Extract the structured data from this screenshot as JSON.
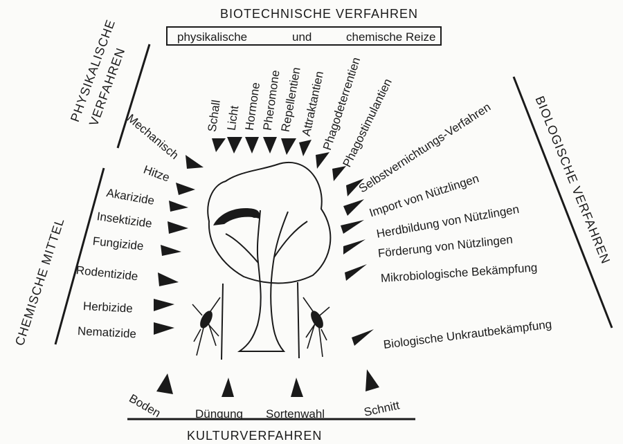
{
  "headers": {
    "top": "BIOTECHNISCHE VERFAHREN",
    "physical_line1": "PHYSIKALISCHE",
    "physical_line2": "VERFAHREN",
    "chemical": "CHEMISCHE MITTEL",
    "biological": "BIOLOGISCHE VERFAHREN",
    "bottom": "KULTURVERFAHREN"
  },
  "box": {
    "left": "physikalische",
    "mid": "und",
    "right": "chemische Reize"
  },
  "biotechnical": [
    "Schall",
    "Licht",
    "Hormone",
    "Pheromone",
    "Repellentien",
    "Attraktantien",
    "Phagodeterrentien",
    "Phagostimulantien"
  ],
  "physical": [
    "Mechanisch",
    "Hitze"
  ],
  "chemical": [
    "Akarizide",
    "Insektizide",
    "Fungizide",
    "Rodentizide",
    "Herbizide",
    "Nematizide"
  ],
  "biological": [
    "Selbstvernichtungs-Verfahren",
    "Import von Nützlingen",
    "Herdbildung von Nützlingen",
    "Förderung von Nützlingen",
    "Mikrobiologische Bekämpfung",
    "Biologische Unkrautbekämpfung"
  ],
  "cultural": [
    "Boden",
    "Düngung",
    "Sortenwahl",
    "Schnitt"
  ]
}
